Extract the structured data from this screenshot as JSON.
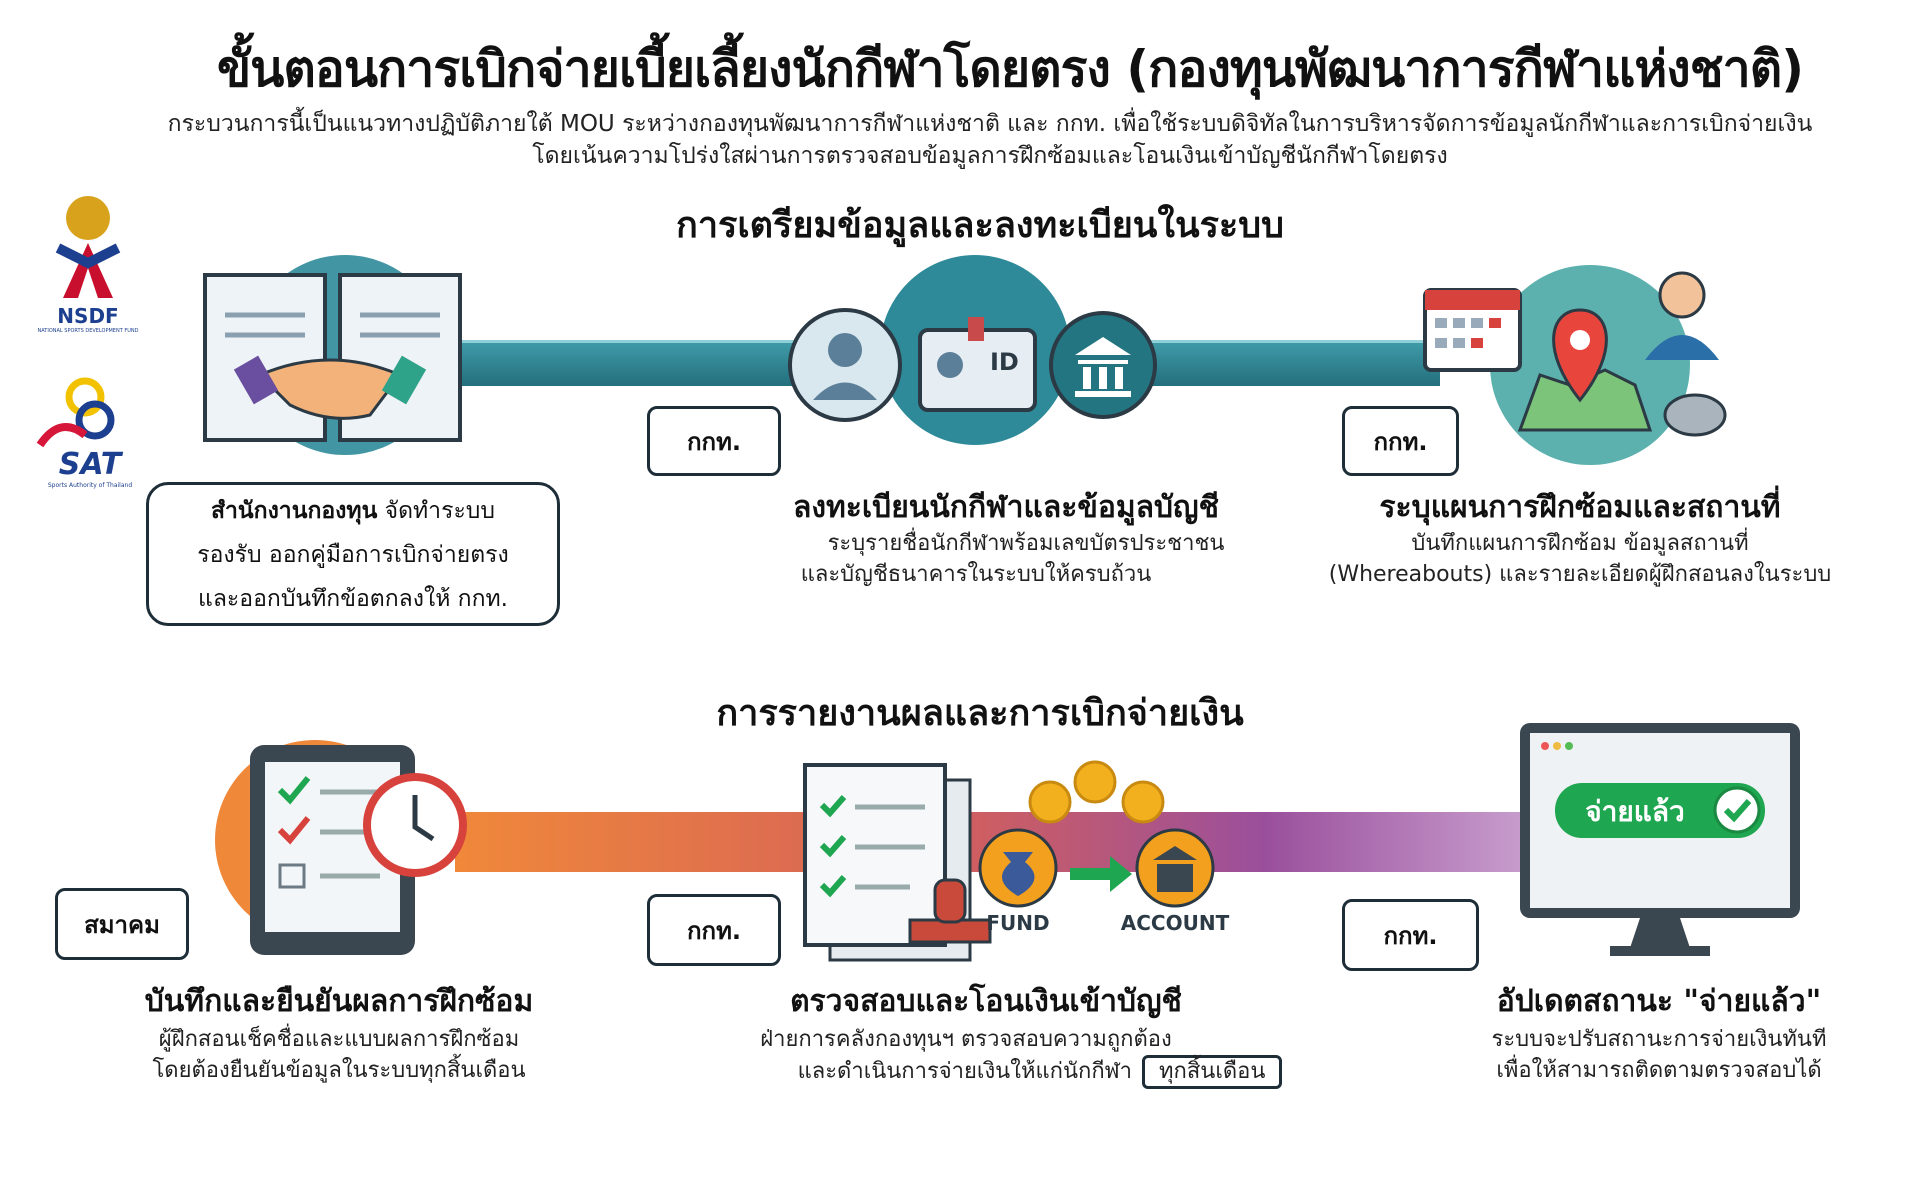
{
  "header": {
    "title": "ขั้นตอนการเบิกจ่ายเบี้ยเลี้ยงนักกีฬาโดยตรง (กองทุนพัฒนาการกีฬาแห่งชาติ)",
    "subtitle_1": "กระบวนการนี้เป็นแนวทางปฏิบัติภายใต้ MOU ระหว่างกองทุนพัฒนาการกีฬาแห่งชาติ และ กกท. เพื่อใช้ระบบดิจิทัลในการบริหารจัดการข้อมูลนักกีฬาและการเบิกจ่ายเงิน",
    "subtitle_2": "โดยเน้นความโปร่งใสผ่านการตรวจสอบข้อมูลการฝึกซ้อมและโอนเงินเข้าบัญชีนักกีฬาโดยตรง"
  },
  "logos": {
    "nsdf": "NSDF",
    "nsdf_sub": "NATIONAL SPORTS DEVELOPMENT FUND",
    "sat": "SAT",
    "sat_sub": "Sports Authority of Thailand"
  },
  "colors": {
    "teal": "#2e8a98",
    "orange": "#f08a3a",
    "purple": "#8a4fa0",
    "green": "#1fa650"
  },
  "section1": {
    "heading": "การเตรียมข้อมูลและลงทะเบียนในระบบ",
    "step1": {
      "bold": "สำนักงานกองทุน",
      "line1": " จัดทำระบบ",
      "line2": "รองรับ ออกคู่มือการเบิกจ่ายตรง",
      "line3": "และออกบันทึกข้อตกลงให้ กกท."
    },
    "step2": {
      "actor": "กกท.",
      "title": "ลงทะเบียนนักกีฬาและข้อมูลบัญชี",
      "desc1": "ระบุรายชื่อนักกีฬาพร้อมเลขบัตรประชาชน",
      "desc2": "และบัญชีธนาคารในระบบให้ครบถ้วน",
      "id_text": "ID"
    },
    "step3": {
      "actor": "กกท.",
      "title": "ระบุแผนการฝึกซ้อมและสถานที่",
      "desc1": "บันทึกแผนการฝึกซ้อม ข้อมูลสถานที่",
      "desc2": "(Whereabouts) และรายละเอียดผู้ฝึกสอนลงในระบบ"
    }
  },
  "section2": {
    "heading": "การรายงานผลและการเบิกจ่ายเงิน",
    "step4": {
      "actor": "สมาคม",
      "title": "บันทึกและยืนยันผลการฝึกซ้อม",
      "desc1": "ผู้ฝึกสอนเช็คชื่อและแบบผลการฝึกซ้อม",
      "desc2": "โดยต้องยืนยันข้อมูลในระบบทุกสิ้นเดือน"
    },
    "step5": {
      "actor": "กกท.",
      "title": "ตรวจสอบและโอนเงินเข้าบัญชี",
      "desc1": "ฝ่ายการคลังกองทุนฯ ตรวจสอบความถูกต้อง",
      "desc2": "และดำเนินการจ่ายเงินให้แก่นักกีฬา",
      "badge": "ทุกสิ้นเดือน",
      "fund": "FUND",
      "account": "ACCOUNT"
    },
    "step6": {
      "actor": "กกท.",
      "title": "อัปเดตสถานะ \"จ่ายแล้ว\"",
      "desc1": "ระบบจะปรับสถานะการจ่ายเงินทันที",
      "desc2": "เพื่อให้สามารถติดตามตรวจสอบได้",
      "paid_label": "จ่ายแล้ว"
    }
  }
}
